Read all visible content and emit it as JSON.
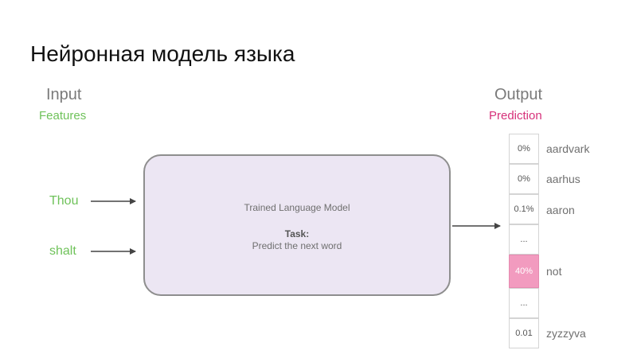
{
  "title": "Нейронная модель языка",
  "input": {
    "heading": "Input",
    "subheading": "Features",
    "words": [
      "Thou",
      "shalt"
    ]
  },
  "model": {
    "name": "Trained Language Model",
    "task_label": "Task:",
    "task_text": "Predict the next word",
    "fill_color": "#ece6f3"
  },
  "output": {
    "heading": "Output",
    "subheading": "Prediction",
    "vocab": [
      {
        "prob": "0%",
        "word": "aardvark"
      },
      {
        "prob": "0%",
        "word": "aarhus"
      },
      {
        "prob": "0.1%",
        "word": "aaron"
      },
      {
        "prob": "...",
        "word": ""
      },
      {
        "prob": "40%",
        "word": "not",
        "highlight": true
      },
      {
        "prob": "...",
        "word": ""
      },
      {
        "prob": "0.01",
        "word": "zyzzyva"
      }
    ]
  },
  "colors": {
    "input_green": "#6fc25a",
    "prediction_pink": "#d6317a",
    "highlight_pink": "#f29bbf"
  }
}
